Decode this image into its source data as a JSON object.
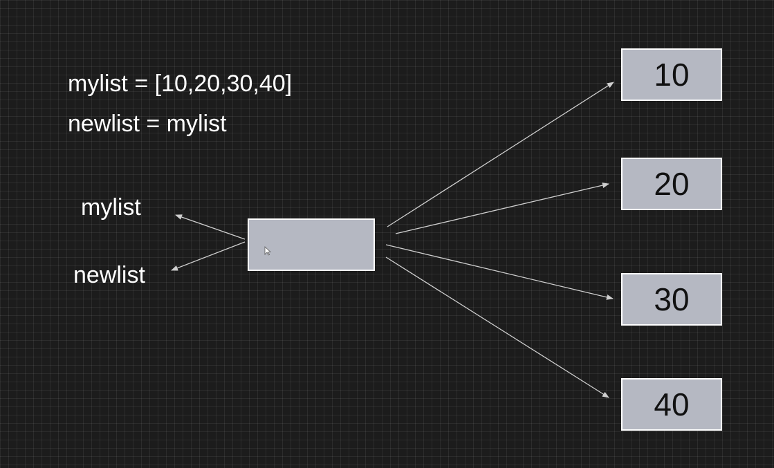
{
  "code": {
    "line1": "mylist = [10,20,30,40]",
    "line2": "newlist = mylist"
  },
  "variables": {
    "mylist": "mylist",
    "newlist": "newlist"
  },
  "values": [
    "10",
    "20",
    "30",
    "40"
  ],
  "colors": {
    "background": "#1c1c1c",
    "box_fill": "#b5b8c2",
    "box_border": "#ffffff",
    "arrow": "#cfcfcf",
    "text": "#ffffff"
  },
  "icons": {
    "cursor": "mouse-pointer-icon"
  }
}
